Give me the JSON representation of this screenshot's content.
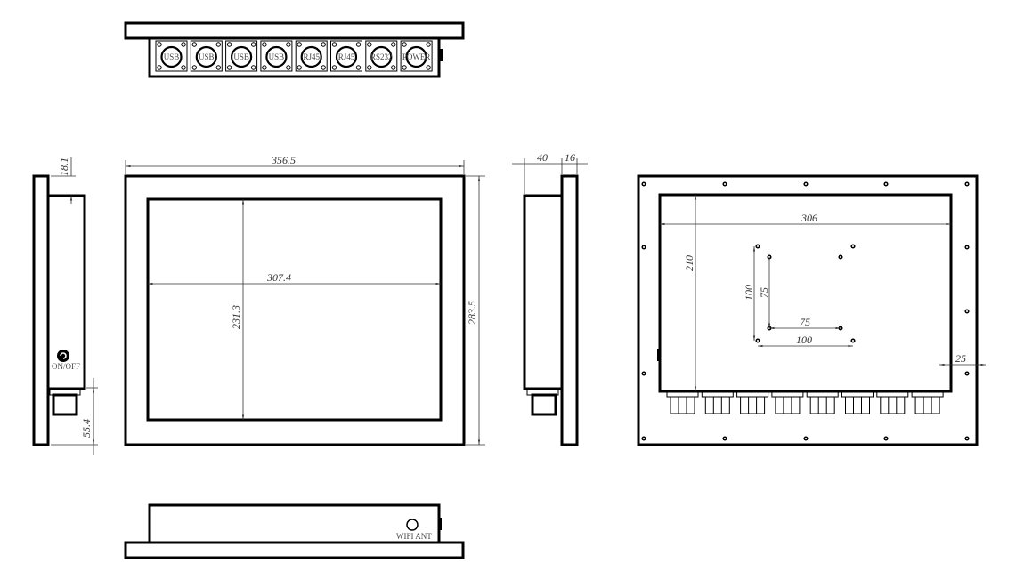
{
  "top_view": {
    "ports": [
      "USB",
      "USB",
      "USB",
      "USB",
      "RJ45",
      "RJ45",
      "RS232",
      "POWER"
    ]
  },
  "left_view": {
    "dim_top": "18.1",
    "dim_bottom": "55.4",
    "power_label": "ON/OFF",
    "power_icon": "power-button-icon"
  },
  "front_view": {
    "width": "356.5",
    "height": "283.5",
    "screen_width": "307.4",
    "screen_height": "231.3"
  },
  "right_view": {
    "depth": "40",
    "plate": "16"
  },
  "back_view": {
    "width": "306",
    "height": "210",
    "vesa_large_h": "100",
    "vesa_large_v": "100",
    "vesa_small_h": "75",
    "vesa_small_v": "75",
    "margin": "25"
  },
  "bottom_view": {
    "antenna_label": "WIFI ANT"
  }
}
